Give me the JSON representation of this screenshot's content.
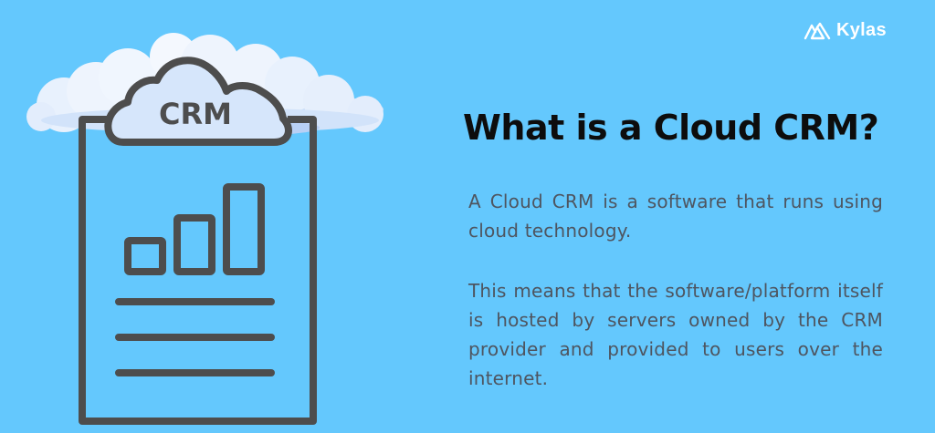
{
  "brand": {
    "name": "Kylas",
    "icon": "kylas-mountain-logo-icon"
  },
  "illustration": {
    "cloud_label": "CRM",
    "icons": [
      "cloud-icon",
      "document-icon",
      "bar-chart-icon",
      "text-lines-icon"
    ],
    "colors": {
      "stroke": "#4d4d4d",
      "cloud_fill": "#d6e6fb",
      "cloud_shadow": "#b8d4f7",
      "background": "#64c8fd"
    }
  },
  "content": {
    "title": "What is a Cloud CRM?",
    "paragraphs": [
      "A Cloud CRM is a software that runs using cloud technology.",
      "This means that the software/platform itself is hosted by servers owned by the CRM provider and provided to users over the internet."
    ]
  },
  "colors": {
    "background": "#64c8fd",
    "title": "#0d0d0d",
    "body_text": "#4e5560"
  }
}
